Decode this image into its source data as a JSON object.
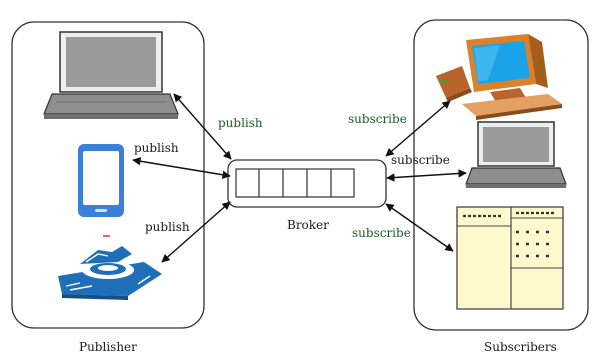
{
  "diagram": {
    "publisher_group_label": "Publisher",
    "subscriber_group_label": "Subscribers",
    "broker_label": "Broker",
    "publish_labels": [
      "publish",
      "publish",
      "publish"
    ],
    "subscribe_labels": [
      "subscribe",
      "subscribe",
      "subscribe"
    ],
    "publishers": [
      {
        "icon": "laptop-icon"
      },
      {
        "icon": "smartphone-icon"
      },
      {
        "icon": "sensor-device-icon"
      }
    ],
    "subscribers": [
      {
        "icon": "desktop-computer-icon"
      },
      {
        "icon": "laptop-icon"
      },
      {
        "icon": "dashboard-document-icon"
      }
    ],
    "queue_slots": 5,
    "colors": {
      "outline": "#333333",
      "laptop_screen": "#9a9a9a",
      "phone_blue": "#3a7fd8",
      "sensor_blue": "#1f6fb8",
      "monitor_screen": "#1aa3e8",
      "monitor_body": "#d9822b",
      "dashboard_fill": "#fff8cc"
    }
  }
}
